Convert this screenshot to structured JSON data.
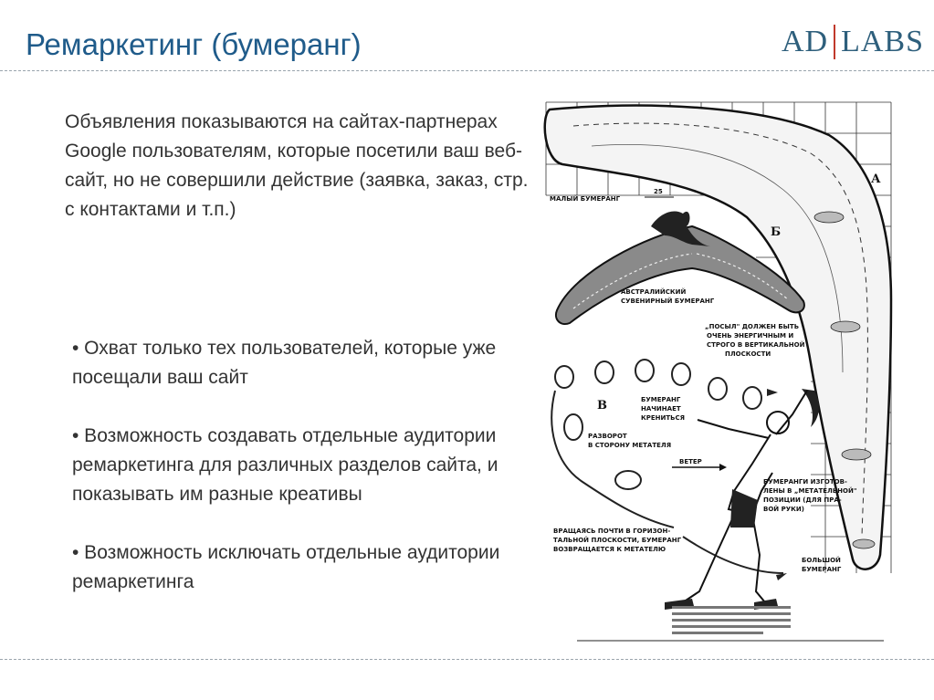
{
  "title": "Ремаркетинг (бумеранг)",
  "logo": {
    "left": "AD",
    "right": "LABS"
  },
  "intro": "Объявления показываются на сайтах-партнерах Google пользователям, которые посетили ваш веб-сайт, но не совершили действие (заявка, заказ, стр. с контактами и т.п.)",
  "bullets": [
    "• Охват только тех пользователей, которые уже посещали ваш сайт",
    "• Возможность создавать отдельные аудитории ремаркетинга для различных разделов сайта, и показывать им разные креативы",
    "• Возможность исключать отдельные аудитории ремаркетинга"
  ],
  "figure": {
    "labels": {
      "small": "МАЛЫЙ БУМЕРАНГ",
      "aus1": "АВСТРАЛИЙСКИЙ",
      "aus2": "СУВЕНИРНЫЙ БУМЕРАНГ",
      "throw1": "„ПОСЫЛ\" ДОЛЖЕН БЫТЬ",
      "throw2": "ОЧЕНЬ ЭНЕРГИЧНЫМ И",
      "throw3": "СТРОГО В ВЕРТИКАЛЬНОЙ",
      "throw4": "ПЛОСКОСТИ",
      "tilt1": "БУМЕРАНГ",
      "tilt2": "НАЧИНАЕТ",
      "tilt3": "КРЕНИТЬСЯ",
      "turn1": "РАЗВОРОТ",
      "turn2": "В СТОРОНУ МЕТАТЕЛЯ",
      "wind": "ВЕТЕР",
      "made1": "БУМЕРАНГИ ИЗГОТОВ-",
      "made2": "ЛЕНЫ В „МЕТАТЕЛЬНОЙ\"",
      "made3": "ПОЗИЦИИ (ДЛЯ ПРА-",
      "made4": "ВОЙ РУКИ)",
      "return1": "ВРАЩАЯСЬ ПОЧТИ В ГОРИЗОН-",
      "return2": "ТАЛЬНОЙ ПЛОСКОСТИ, БУМЕРАНГ",
      "return3": "ВОЗВРАЩАЕТСЯ К МЕТАТЕЛЮ",
      "big1": "БОЛЬШОЙ",
      "big2": "БУМЕРАНГ",
      "dim": "25",
      "letter_a": "А",
      "letter_b": "Б",
      "letter_v": "В"
    }
  }
}
